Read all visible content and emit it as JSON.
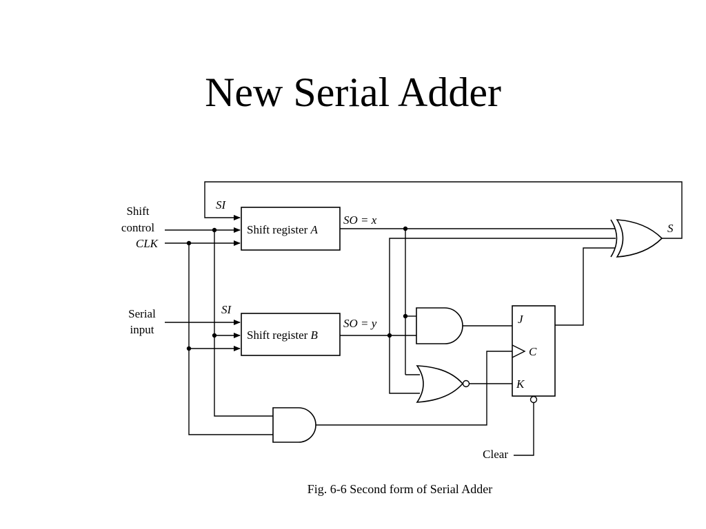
{
  "title": "New Serial Adder",
  "labels": {
    "shift_line1": "Shift",
    "shift_line2": "control",
    "clk": "CLK",
    "serial_line1": "Serial",
    "serial_line2": "input",
    "si": "SI",
    "reg_prefix": "Shift register ",
    "reg_a": "A",
    "reg_b": "B",
    "so_a": "SO = x",
    "so_b": "SO = y",
    "sum": "S",
    "jk_j": "J",
    "jk_c": "C",
    "jk_k": "K",
    "clear": "Clear"
  },
  "caption": "Fig. 6-6  Second form of Serial Adder"
}
